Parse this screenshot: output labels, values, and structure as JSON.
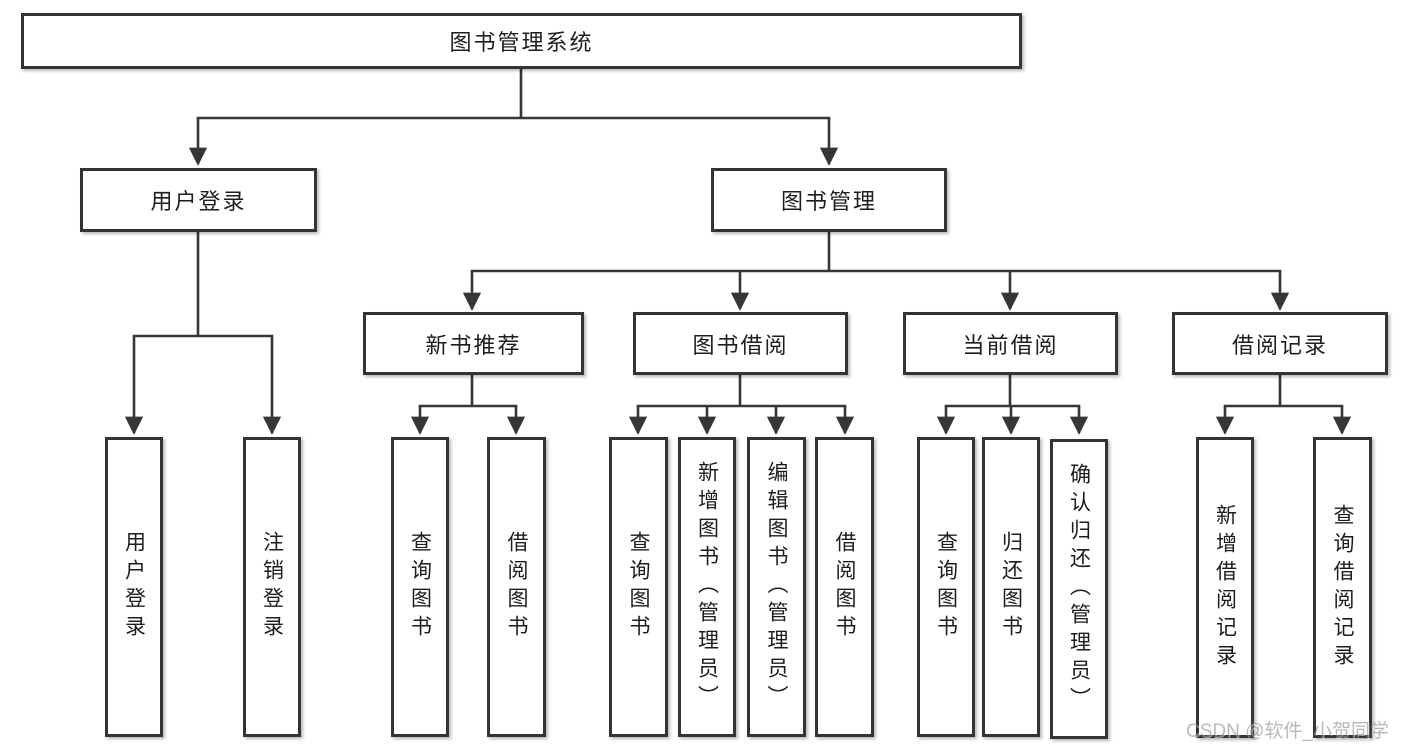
{
  "colors": {
    "line": "#363636",
    "box_border": "#343434",
    "box_fill": "#ffffff",
    "text": "#1d1d1d",
    "watermark": "#8f8f8f",
    "background": "#ffffff"
  },
  "diagram": {
    "root": {
      "label": "图书管理系统"
    },
    "branches": [
      {
        "label": "用户登录",
        "leaves": [
          "用户登录",
          "注销登录"
        ]
      },
      {
        "label": "图书管理",
        "sections": [
          {
            "label": "新书推荐",
            "leaves": [
              "查询图书",
              "借阅图书"
            ]
          },
          {
            "label": "图书借阅",
            "leaves": [
              "查询图书",
              "新增图书（管理员）",
              "编辑图书（管理员）",
              "借阅图书"
            ]
          },
          {
            "label": "当前借阅",
            "leaves": [
              "查询图书",
              "归还图书",
              "确认归还（管理员）"
            ]
          },
          {
            "label": "借阅记录",
            "leaves": [
              "新增借阅记录",
              "查询借阅记录"
            ]
          }
        ]
      }
    ]
  },
  "watermark": {
    "text": "CSDN @软件_小贺同学"
  }
}
